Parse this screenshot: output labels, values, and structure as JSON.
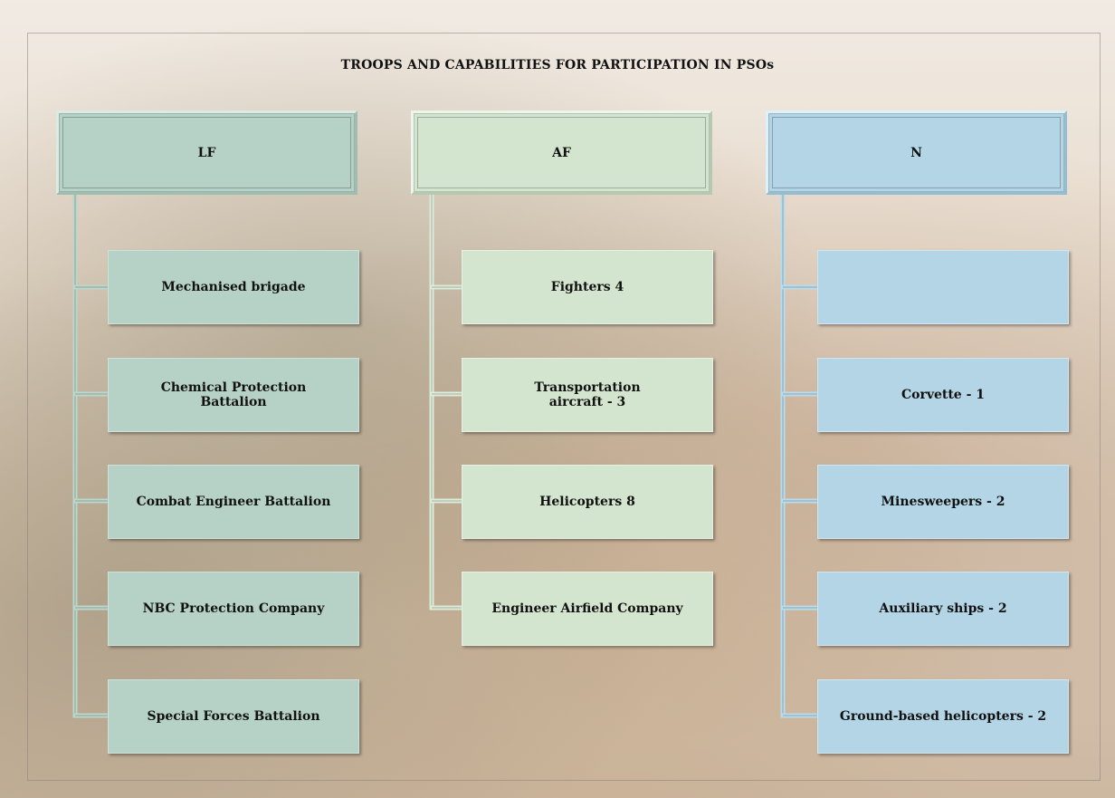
{
  "title": "TROOPS AND CAPABILITIES FOR PARTICIPATION IN PSOs",
  "colors": {
    "lf": "#b6d2c6",
    "af": "#d3e5cf",
    "n": "#b3d5e5",
    "connector_lf": "#bcd7cb",
    "connector_af": "#dcecd8",
    "connector_n": "#b9dcec"
  },
  "columns": {
    "lf": {
      "header": "LF",
      "items": [
        "Mechanised brigade",
        "Chemical Protection\nBattalion",
        "Combat Engineer Battalion",
        "NBC Protection Company",
        "Special Forces Battalion"
      ]
    },
    "af": {
      "header": "AF",
      "items": [
        "Fighters  4",
        "Transportation\naircraft - 3",
        "Helicopters  8",
        "Engineer Airfield Company"
      ]
    },
    "n": {
      "header": "N",
      "items": [
        "",
        "Corvette - 1",
        "Minesweepers - 2",
        "Auxiliary ships - 2",
        "Ground-based helicopters - 2"
      ]
    }
  }
}
